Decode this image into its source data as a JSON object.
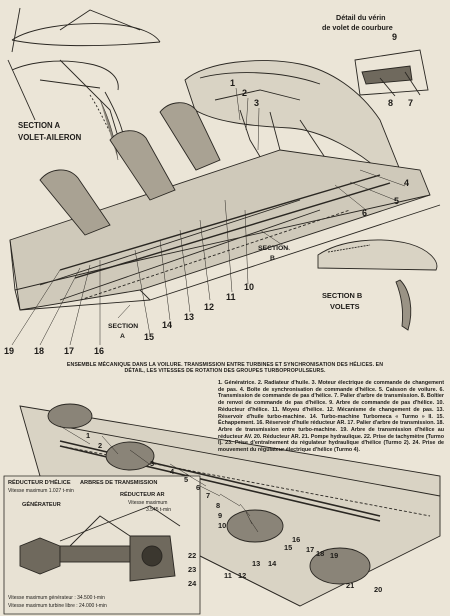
{
  "top_labels": {
    "detail_title_line1": "Détail du vérin",
    "detail_title_line2": "de volet de courbure",
    "section_a_line1": "SECTION A",
    "section_a_line2": "VOLET-AILERON",
    "section_b_line1": "SECTION",
    "section_b_line2": "B",
    "section_b_volets_line1": "SECTION B",
    "section_b_volets_line2": "VOLETS",
    "section_a_small_line1": "SECTION",
    "section_a_small_line2": "A"
  },
  "top_callouts": {
    "n1": "1",
    "n2": "2",
    "n3": "3",
    "n4": "4",
    "n5": "5",
    "n6": "6",
    "n7": "7",
    "n8": "8",
    "n9": "9",
    "n10": "10",
    "n11": "11",
    "n12": "12",
    "n13": "13",
    "n14": "14",
    "n15": "15",
    "n16": "16",
    "n17": "17",
    "n18": "18",
    "n19": "19",
    "d7": "7",
    "d8": "8",
    "d9": "9"
  },
  "caption": "ENSEMBLE MÉCANIQUE DANS LA VOILURE. TRANSMISSION ENTRE TURBINES ET SYNCHRONISATION DES HÉLICES. EN DÉTAIL, LES VITESSES DE ROTATION DES GROUPES TURBOPROPULSEURS.",
  "legend": "1. Génératrice. 2. Radiateur d'huile. 3. Moteur électrique de commande de changement de pas. 4. Boîte de synchronisation de commande d'hélice. 5. Caisson de voilure. 6. Transmission de commande de pas d'hélice. 7. Palier d'arbre de transmission. 8. Boîtier de renvoi de commande de pas d'hélice. 9. Arbre de commande de pas d'hélice. 10. Réducteur d'hélice. 11. Moyeu d'hélice. 12. Mécanisme de changement de pas. 13. Réservoir d'huile turbo-machine. 14. Turbo-machine Turbomeca « Turmo » II. 15. Échappement. 16. Réservoir d'huile réducteur AR. 17. Palier d'arbre de transmission. 18. Arbre de transmission entre turbo-machine. 19. Arbre de transmission d'hélice au réducteur AV. 20. Réducteur AR. 21. Pompe hydraulique. 22. Prise de tachymètre (Turmo I). 23. Prise d'entraînement du régulateur hydraulique d'hélice (Turmo 2). 24. Prise de mouvement du régulateur électrique d'hélice (Turmo 4).",
  "bottom_callouts": {
    "b1": "1",
    "b2": "2",
    "b3": "3",
    "b4": "4",
    "b5": "5",
    "b6": "6",
    "b7": "7",
    "b8": "8",
    "b9": "9",
    "b10": "10",
    "b11": "11",
    "b12": "12",
    "b13": "13",
    "b14": "14",
    "b15": "15",
    "b16": "16",
    "b17": "17",
    "b18": "18",
    "b19": "19",
    "b20": "20",
    "b21": "21",
    "b22": "22",
    "b23": "23",
    "b24": "24"
  },
  "inset": {
    "reducteur_title": "RÉDUCTEUR D'HÉLICE",
    "reducteur_speed": "Vitesse maximum 1.027 t-min",
    "arbres_title": "ARBRES DE TRANSMISSION",
    "reducteur_ar_title": "RÉDUCTEUR AR",
    "reducteur_ar_speed_line1": "Vitesse maximum",
    "reducteur_ar_speed_line2": "3.545 t-min",
    "generateur_title": "GÉNÉRATEUR",
    "generateur_speed": "Vitesse maximum générateur : 34.500 t-min",
    "turbine_speed": "Vitesse maximum turbine libre : 24.000 t-min"
  }
}
